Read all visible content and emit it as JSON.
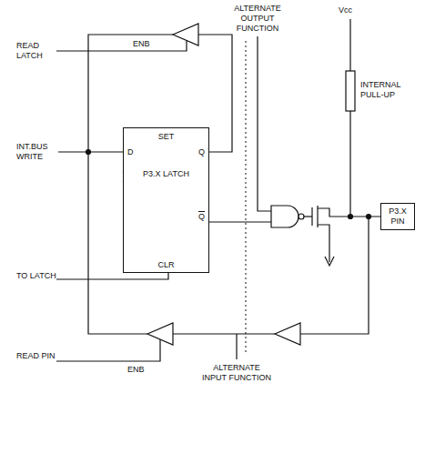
{
  "diagram": {
    "nodes": [
      {
        "text": [
          "SET",
          "D",
          "Q",
          "P3.X LATCH",
          "Q",
          "CLR"
        ]
      },
      {
        "text": [
          "P3.X PIN"
        ]
      }
    ],
    "labels": [
      "READ LATCH",
      "ENB",
      "ALTERNATE OUTPUT FUNCTION",
      "Vcc",
      "INTERNAL PULL-UP",
      "INT.BUS WRITE",
      "TO LATCH",
      "READ PIN",
      "ENB",
      "ALTERNATE INPUT FUNCTION"
    ]
  }
}
